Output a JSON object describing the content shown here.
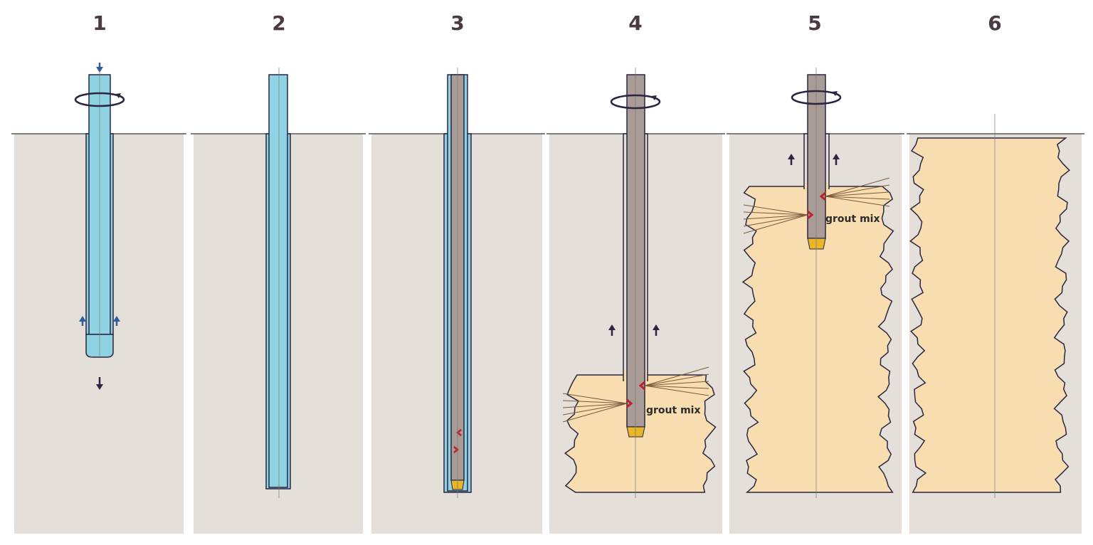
{
  "steps": [
    {
      "number": "1"
    },
    {
      "number": "2"
    },
    {
      "number": "3"
    },
    {
      "number": "4",
      "label": "grout mix"
    },
    {
      "number": "5",
      "label": "grout mix"
    },
    {
      "number": "6"
    }
  ],
  "colors": {
    "soil": "#e4e0d9",
    "grout": "#f8ddb0",
    "casing": "#8fd3e3",
    "rod": "#a99c96",
    "outline": "#2a2540",
    "arrow_blue": "#2d5c9c",
    "nozzle": "#e9b62a",
    "jet": "#c0202a"
  }
}
